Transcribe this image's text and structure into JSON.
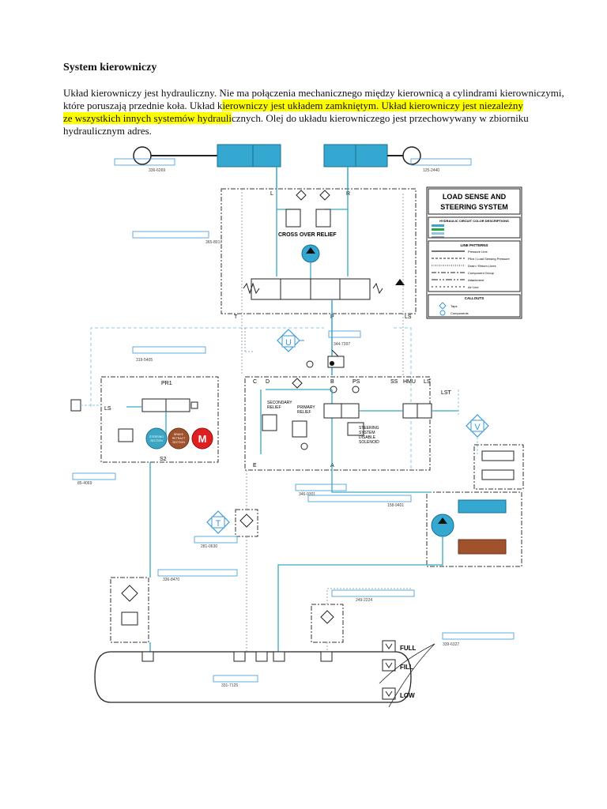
{
  "heading": "System kierowniczy",
  "paragraph": {
    "t1": "Układ kierowniczy jest hydrauliczny. Nie ma połączenia mechanicznego między kierownicą a cylindrami kierowniczymi, które poruszają przednie koła. Układ k",
    "t2": "ierowniczy jest układem zamkniętym. Układ kierowniczy jest niezależny",
    "t3": "ze wszystkich innych systemów hydrauli",
    "t4": "cznych. Olej do układu kierowniczego jest przechowywany w zbiorniku hydraulicznym adres."
  },
  "diagram": {
    "legend": {
      "title_line1": "LOAD SENSE AND",
      "title_line2": "STEERING SYSTEM",
      "color_desc_title": "HYDRAULIC CIRCUIT COLOR DESCRIPTIONS",
      "line_patterns_title": "LINE PATTERNS",
      "patterns": [
        "Pressure Line",
        "Pilot / Load Sensing Pressure",
        "Drain / Return Lines",
        "Component Group",
        "Attachment",
        "Air Line"
      ],
      "callouts_title": "CALLOUTS",
      "callouts": [
        "Taps",
        "Components"
      ]
    },
    "labels": {
      "cross_over_relief": "CROSS OVER RELIEF",
      "port_L": "L",
      "port_R": "R",
      "port_T": "T",
      "port_P": "P",
      "port_LS": "LS",
      "port_C": "C",
      "port_D": "D",
      "port_B": "B",
      "port_PS": "PS",
      "port_SS": "SS",
      "port_HMU": "HMU",
      "port_LS2": "LS",
      "port_LST": "LST",
      "port_E": "E",
      "port_A": "A",
      "pr1": "PR1",
      "ls_left": "LS",
      "s2": "S2",
      "secondary_relief_1": "SECONDARY",
      "secondary_relief_2": "RELIEF",
      "primary_relief_1": "PRIMARY",
      "primary_relief_2": "RELIEF",
      "disable_1": "STEERING",
      "disable_2": "SYSTEM",
      "disable_3": "DISABLE",
      "disable_4": "SOLENOID",
      "steering_section_1": "STEERING",
      "steering_section_2": "SECTION",
      "brake_retract_1": "BRAKE",
      "brake_retract_2": "RETRACT",
      "brake_retract_3": "SECTION",
      "motor_m": "M",
      "tap_u": "U",
      "tap_v": "V",
      "tap_t": "T",
      "full": "FULL",
      "fill": "FILL",
      "low": "LOW"
    },
    "part_numbers": [
      "336-6269",
      "125-2440",
      "365-8017",
      "344-7397",
      "319-5405",
      "85-4069",
      "346-9301",
      "158-9401",
      "281-0630",
      "336-8470",
      "249-2224",
      "339-6327",
      "331-7125"
    ],
    "colors": {
      "supply": "#3aa6c4",
      "pilot": "#8bc8d8",
      "return": "#9aa8b0",
      "component_group": "#333333",
      "cylinder": "#34a8d0",
      "steering_section": "#3aa6c4",
      "brake_section": "#a0522d",
      "motor": "#e02020",
      "callout_frame": "#3a9ad8"
    }
  }
}
